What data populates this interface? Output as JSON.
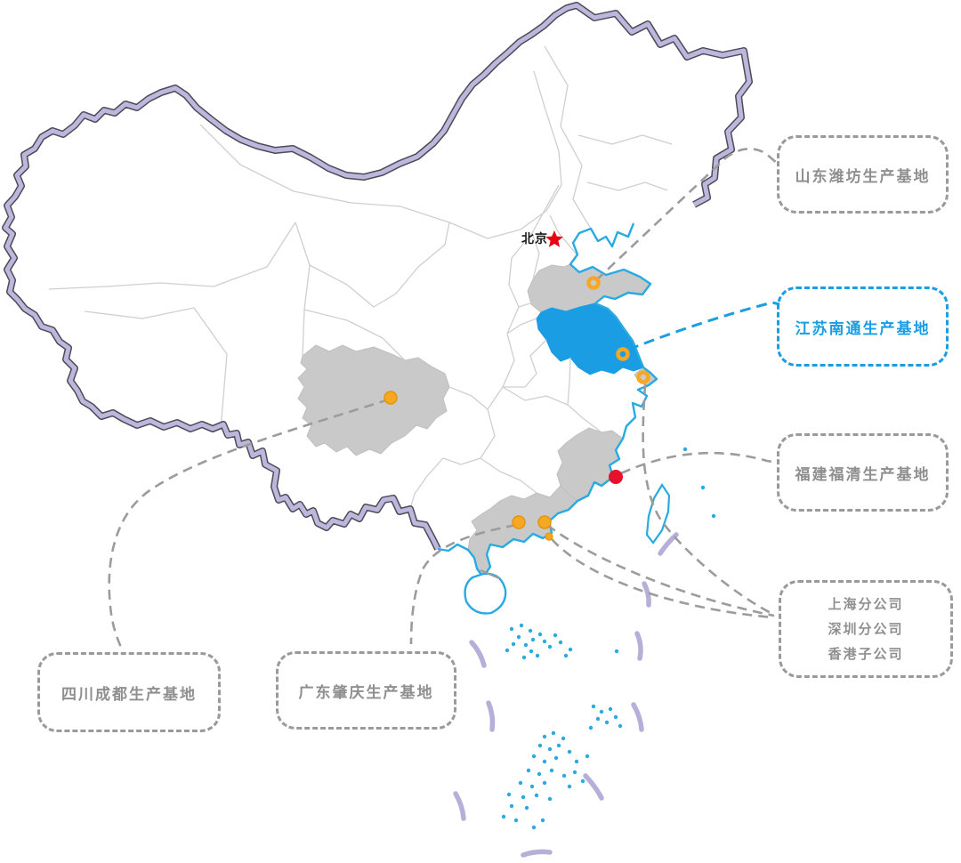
{
  "beijing": {
    "label": "北京"
  },
  "callouts": [
    {
      "key": "shandong-weifang",
      "label": "山东潍坊生产基地"
    },
    {
      "key": "jiangsu-nantong",
      "label": "江苏南通生产基地"
    },
    {
      "key": "fujian-fuqing",
      "label": "福建福清生产基地"
    },
    {
      "key": "offices",
      "lines": [
        "上海分公司",
        "深圳分公司",
        "香港子公司"
      ]
    },
    {
      "key": "sichuan-chengdu",
      "label": "四川成都生产基地"
    },
    {
      "key": "guangdong-zhaoqing",
      "label": "广东肇庆生产基地"
    }
  ],
  "colors": {
    "highlight_blue": "#1a9de3",
    "province_gray": "#c9c9c9",
    "national_border_purple": "#bcb7dc",
    "national_border_edge": "#4e4b57",
    "province_border_gray": "#cfcfcf",
    "coast_blue": "#29aae1",
    "marker_yellow": "#f7a823",
    "marker_red": "#e8112d",
    "connector_gray": "#9c9c9c",
    "callout_text_gray": "#8f8f8f",
    "nine_dash_purple": "#b5afd9"
  }
}
